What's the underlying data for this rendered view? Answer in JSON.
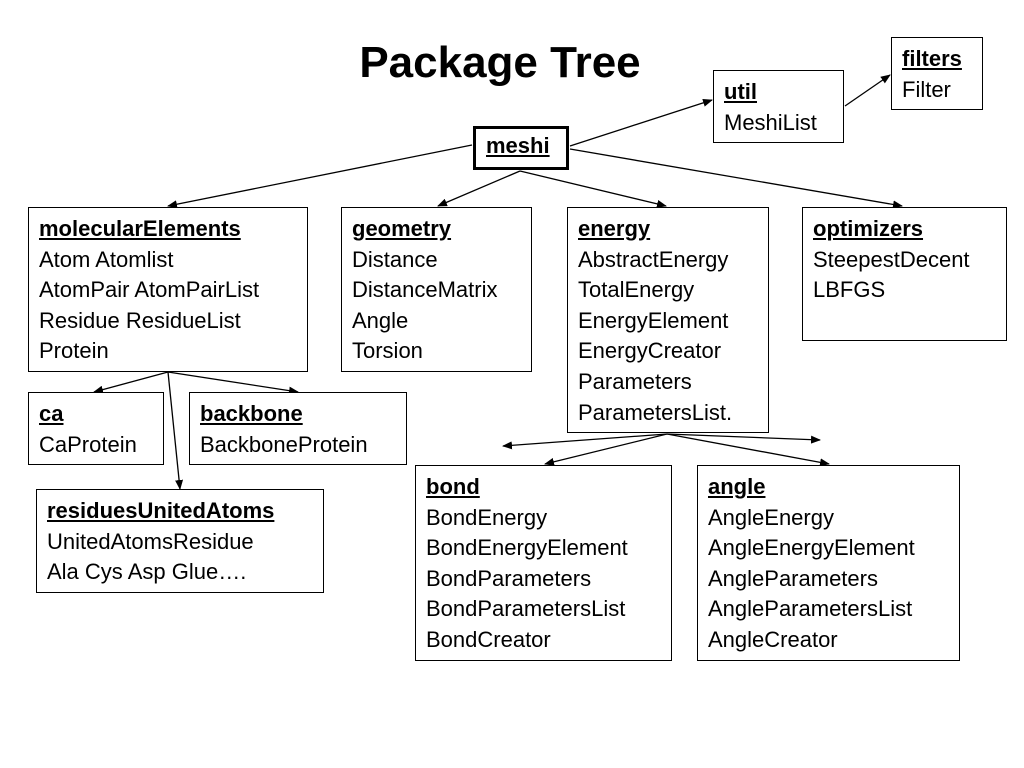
{
  "title": "Package Tree",
  "packages": {
    "filters": {
      "name": "filters",
      "classes": [
        "Filter"
      ]
    },
    "util": {
      "name": "util",
      "classes": [
        "MeshiList"
      ]
    },
    "meshi": {
      "name": "meshi",
      "classes": []
    },
    "molecularElements": {
      "name": "molecularElements",
      "classes": [
        "Atom  Atomlist",
        "AtomPair AtomPairList",
        "Residue ResidueList",
        "Protein"
      ]
    },
    "geometry": {
      "name": "geometry",
      "classes": [
        "Distance",
        "DistanceMatrix",
        "Angle",
        "Torsion"
      ]
    },
    "energy": {
      "name": "energy",
      "classes": [
        "AbstractEnergy",
        "TotalEnergy",
        "EnergyElement",
        "EnergyCreator",
        "Parameters",
        "ParametersList."
      ]
    },
    "optimizers": {
      "name": "optimizers",
      "classes": [
        "SteepestDecent",
        "LBFGS"
      ]
    },
    "ca": {
      "name": "ca",
      "classes": [
        "CaProtein"
      ]
    },
    "backbone": {
      "name": "backbone",
      "classes": [
        "BackboneProtein"
      ]
    },
    "residuesUnitedAtoms": {
      "name": "residuesUnitedAtoms",
      "classes": [
        "UnitedAtomsResidue",
        "Ala Cys Asp Glue…."
      ]
    },
    "bond": {
      "name": "bond",
      "classes": [
        "BondEnergy",
        "BondEnergyElement",
        "BondParameters",
        "BondParametersList",
        "BondCreator"
      ]
    },
    "angle": {
      "name": "angle",
      "classes": [
        "AngleEnergy",
        "AngleEnergyElement",
        "AngleParameters",
        "AngleParametersList",
        "AngleCreator"
      ]
    }
  },
  "edges": [
    [
      "meshi",
      "util"
    ],
    [
      "util",
      "filters"
    ],
    [
      "meshi",
      "molecularElements"
    ],
    [
      "meshi",
      "geometry"
    ],
    [
      "meshi",
      "energy"
    ],
    [
      "meshi",
      "optimizers"
    ],
    [
      "molecularElements",
      "ca"
    ],
    [
      "molecularElements",
      "backbone"
    ],
    [
      "molecularElements",
      "residuesUnitedAtoms"
    ],
    [
      "energy",
      "bond"
    ],
    [
      "energy",
      "angle"
    ]
  ]
}
